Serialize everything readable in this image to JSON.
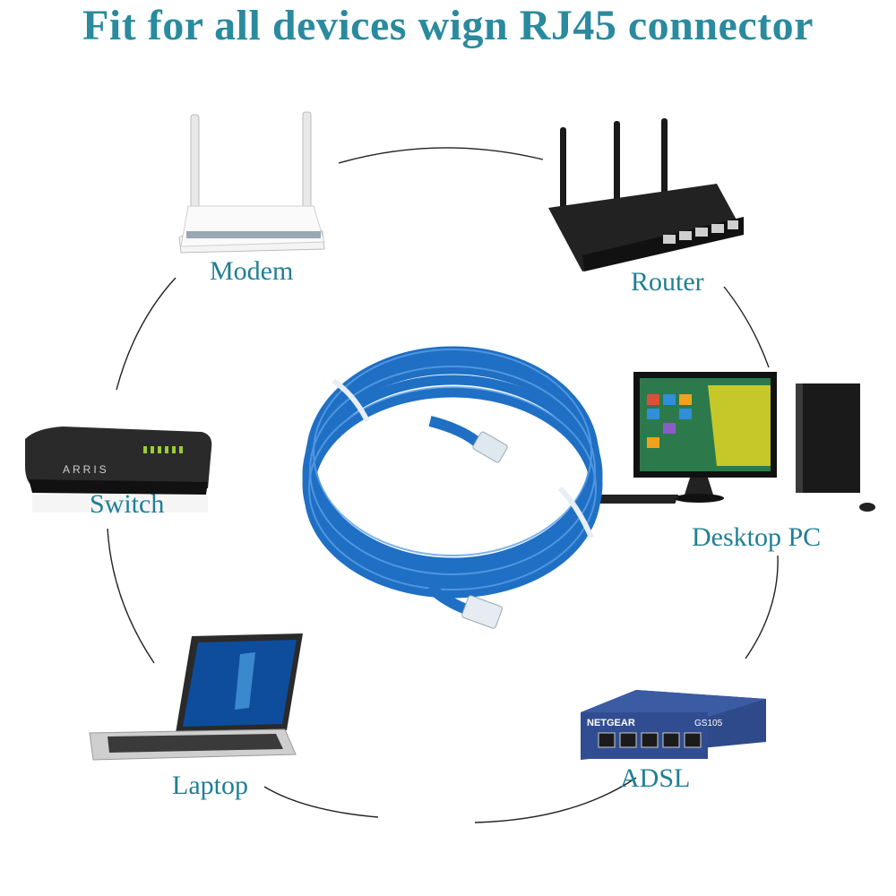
{
  "title": "Fit for all devices wign RJ45 connector",
  "devices": {
    "modem": "Modem",
    "router": "Router",
    "switch": "Switch",
    "desktop": "Desktop PC",
    "laptop": "Laptop",
    "adsl": "ADSL"
  },
  "colors": {
    "title": "#2a8a9e",
    "label": "#1f7f95",
    "cable": "#1f6fc4"
  }
}
